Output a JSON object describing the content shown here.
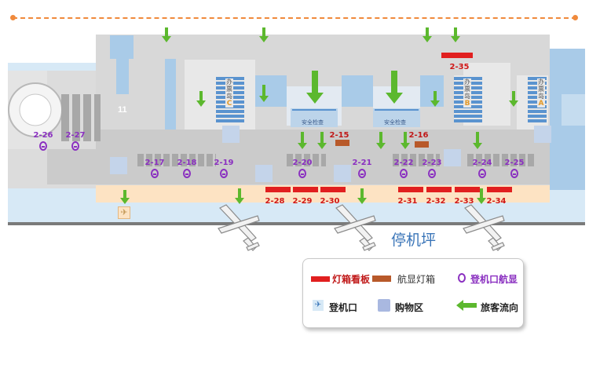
{
  "apron_label": "停机坪",
  "security_labels": [
    "安全检查",
    "安全检查"
  ],
  "counter_labels": [
    {
      "text": "办票岛",
      "letter": "C"
    },
    {
      "text": "办票岛",
      "letter": "B"
    },
    {
      "text": "办票岛",
      "letter": "A"
    }
  ],
  "elevator_label": "11",
  "gate_displays": [
    "2-26",
    "2-27",
    "2-17",
    "2-18",
    "2-19",
    "2-20",
    "2-21",
    "2-22",
    "2-23",
    "2-24",
    "2-25"
  ],
  "flight_lightboxes": [
    "2-15",
    "2-16"
  ],
  "billboards_bottom": [
    "2-28",
    "2-29",
    "2-30",
    "2-31",
    "2-32",
    "2-33",
    "2-34"
  ],
  "billboard_top": "2-35",
  "legend": {
    "billboard": "灯箱看板",
    "flight_lightbox": "航显灯箱",
    "gate_display": "登机口航显",
    "boarding_gate": "登机口",
    "shopping": "购物区",
    "passenger_flow": "旅客流向"
  },
  "colors": {
    "billboard": "#e11f1f",
    "flight_lightbox": "#b8592a",
    "gate_display": "#8a2fc0",
    "passenger_flow": "#5cb82e",
    "corridor": "#fde3c3",
    "hall": "#d9d9d9",
    "glass": "#a9cbe8"
  }
}
